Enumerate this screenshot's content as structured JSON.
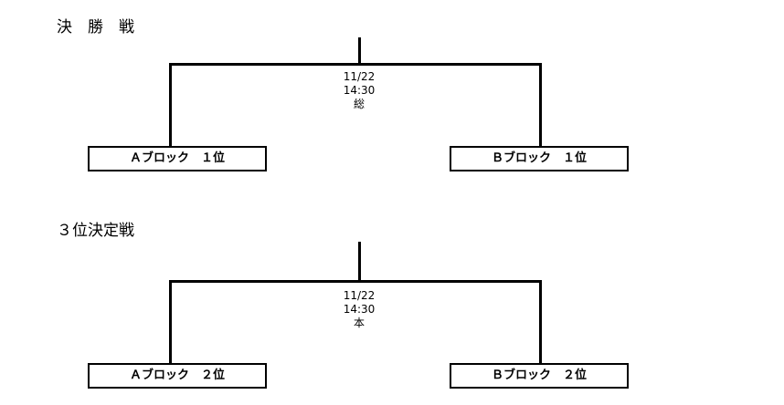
{
  "brackets": [
    {
      "title": "決　勝　戦",
      "match": {
        "date": "11/22",
        "time": "14:30",
        "venue": "総"
      },
      "teams": [
        "Ａブロック　１位",
        "Ｂブロック　１位"
      ]
    },
    {
      "title": "３位決定戦",
      "match": {
        "date": "11/22",
        "time": "14:30",
        "venue": "本"
      },
      "teams": [
        "Ａブロック　２位",
        "Ｂブロック　２位"
      ]
    }
  ]
}
